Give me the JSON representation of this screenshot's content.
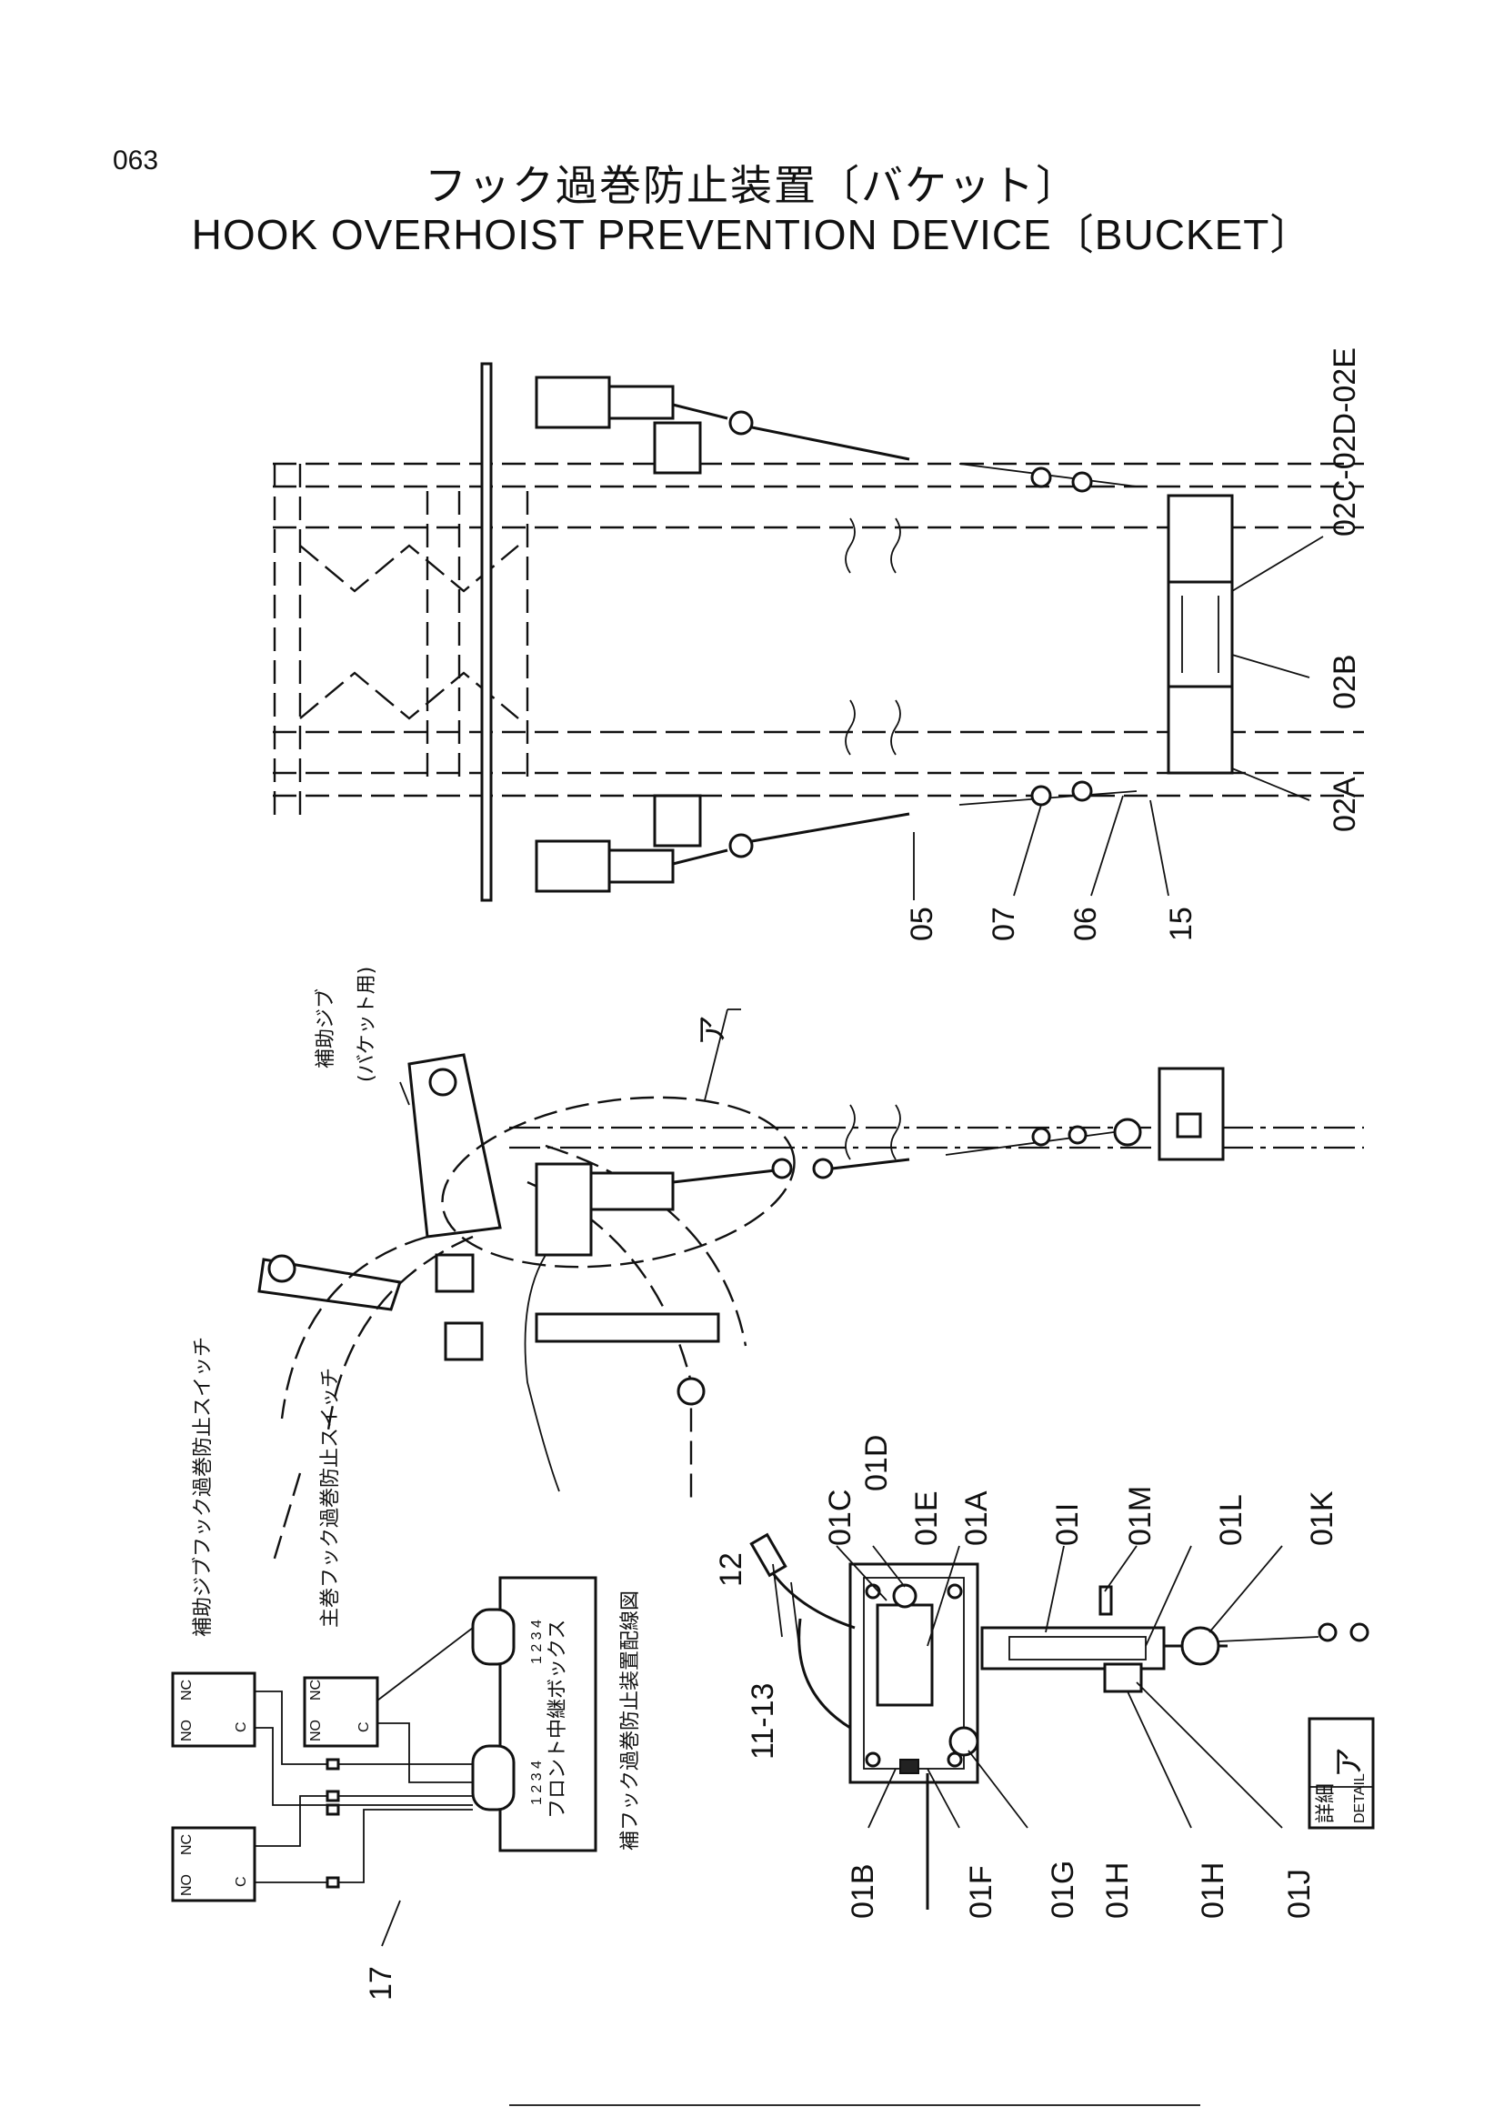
{
  "page": {
    "number": "063",
    "title_jp": "フック過巻防止装置〔バケット〕",
    "title_en": "HOOK OVERHOIST PREVENTION DEVICE〔BUCKET〕"
  },
  "top_view": {
    "callouts": [
      "02C-02D-02E",
      "02B",
      "02A",
      "05",
      "07",
      "06",
      "15"
    ]
  },
  "side_view": {
    "jib_label": "補助ジブ",
    "jib_sub": "(バケット用)",
    "detail_marker": "ア"
  },
  "detail": {
    "callouts_top": [
      "01C",
      "01D",
      "01E",
      "01A",
      "01I",
      "01M",
      "01L",
      "01K"
    ],
    "callouts_left": [
      "12",
      "11-13"
    ],
    "callouts_bottom": [
      "01B",
      "01F",
      "01G",
      "01H",
      "01H",
      "01J"
    ],
    "box_label_jp": "詳細",
    "box_label_en": "DETAIL",
    "box_marker": "ア"
  },
  "wiring": {
    "caption": "補フック過巻防止装置配線図",
    "relay_box": "フロント中継ボックス",
    "switch_aux": "補助ジブフック過巻防止スイッチ",
    "switch_main": "主巻フック過巻防止スイッチ",
    "pins": "1 2 3 4",
    "nc": "NC",
    "no": "NO",
    "c": "C",
    "callout": "17"
  }
}
